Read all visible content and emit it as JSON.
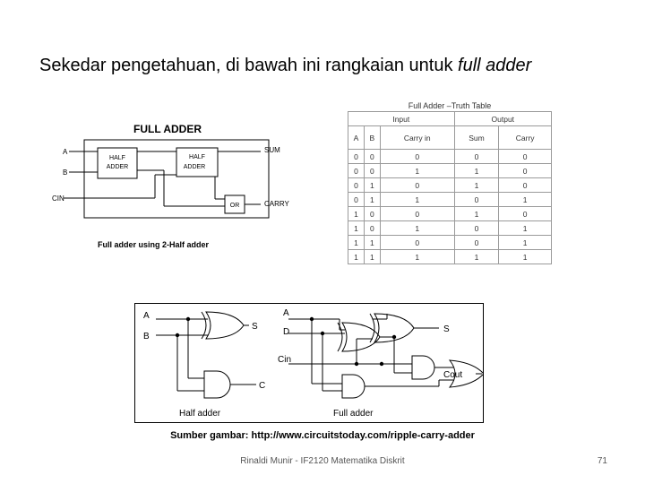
{
  "slide": {
    "title_main": "Sekedar pengetahuan, di bawah ini rangkaian untuk ",
    "title_italic": "full adder",
    "source": "Sumber gambar: http://www.circuitstoday.com/ripple-carry-adder",
    "footer": "Rinaldi Munir - IF2120 Matematika Diskrit",
    "page_number": "71"
  },
  "fig1": {
    "heading": "FULL ADDER",
    "label_a": "A",
    "label_b": "B",
    "label_cin": "CIN",
    "ha1_line1": "HALF",
    "ha1_line2": "ADDER",
    "ha2_line1": "HALF",
    "ha2_line2": "ADDER",
    "or_label": "OR",
    "sum_label": "SUM",
    "carry_label": "CARRY",
    "caption": "Full adder using 2-Half adder"
  },
  "truth_table": {
    "title": "Full Adder –Truth Table",
    "group_input": "Input",
    "group_output": "Output",
    "headers": [
      "A",
      "B",
      "Carry in",
      "Sum",
      "Carry"
    ],
    "rows": [
      [
        "0",
        "0",
        "0",
        "0",
        "0"
      ],
      [
        "0",
        "0",
        "1",
        "1",
        "0"
      ],
      [
        "0",
        "1",
        "0",
        "1",
        "0"
      ],
      [
        "0",
        "1",
        "1",
        "0",
        "1"
      ],
      [
        "1",
        "0",
        "0",
        "1",
        "0"
      ],
      [
        "1",
        "0",
        "1",
        "0",
        "1"
      ],
      [
        "1",
        "1",
        "0",
        "0",
        "1"
      ],
      [
        "1",
        "1",
        "1",
        "1",
        "1"
      ]
    ]
  },
  "fig2": {
    "ha_a": "A",
    "ha_b": "B",
    "ha_s": "S",
    "ha_c": "C",
    "ha_caption": "Half adder",
    "fa_a": "A",
    "fa_b": "D",
    "fa_cin": "Cin",
    "fa_s": "S",
    "fa_cout": "Cout",
    "fa_caption": "Full adder"
  }
}
